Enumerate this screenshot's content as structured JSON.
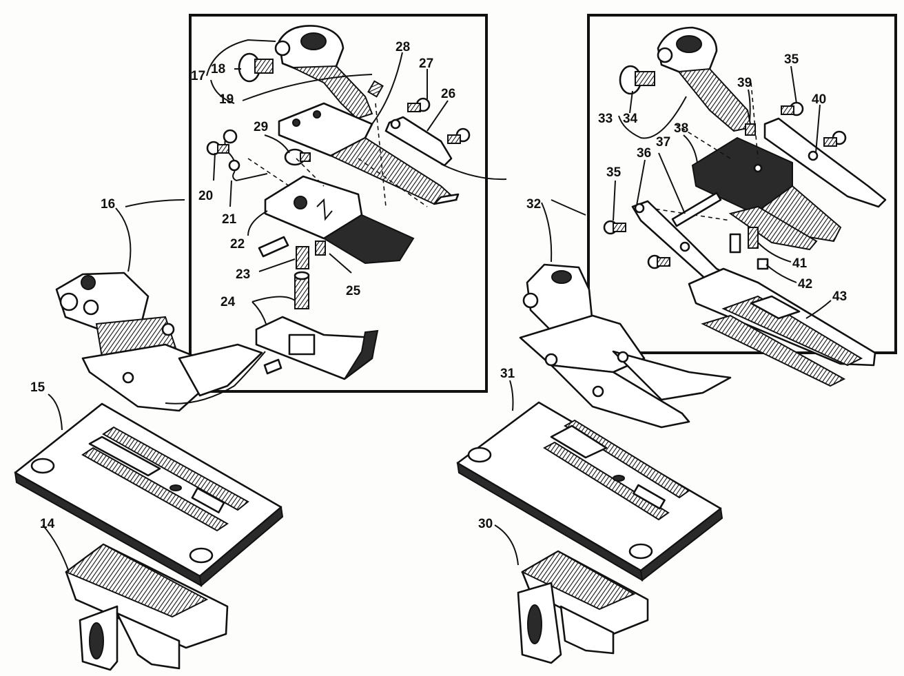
{
  "diagram": {
    "left_group": {
      "callouts": [
        "14",
        "15",
        "16",
        "17",
        "18",
        "19",
        "20",
        "21",
        "22",
        "23",
        "24",
        "25",
        "26",
        "27",
        "28",
        "29"
      ]
    },
    "right_group": {
      "callouts": [
        "30",
        "31",
        "32",
        "33",
        "34",
        "35",
        "35",
        "36",
        "37",
        "38",
        "39",
        "40",
        "41",
        "42",
        "43"
      ]
    }
  }
}
